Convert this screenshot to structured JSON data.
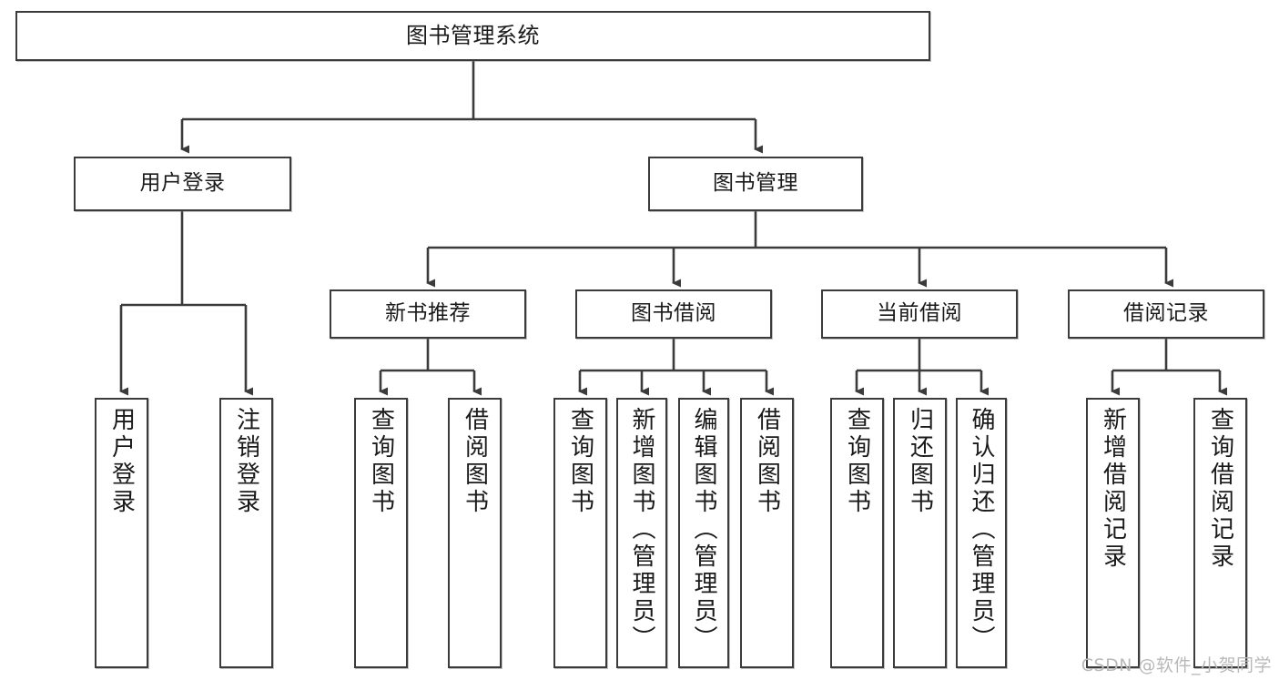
{
  "diagram": {
    "type": "tree-hierarchy",
    "title": "图书管理系统",
    "orientation": "top-down",
    "levels": 4
  },
  "root": {
    "label": "图书管理系统"
  },
  "level2": [
    {
      "label": "用户登录"
    },
    {
      "label": "图书管理"
    }
  ],
  "level3": [
    {
      "label": "新书推荐"
    },
    {
      "label": "图书借阅"
    },
    {
      "label": "当前借阅"
    },
    {
      "label": "借阅记录"
    }
  ],
  "leaves": {
    "user_login": [
      {
        "label": "用户登录"
      },
      {
        "label": "注销登录"
      }
    ],
    "new_book_recommend": [
      {
        "label": "查询图书"
      },
      {
        "label": "借阅图书"
      }
    ],
    "book_borrow": [
      {
        "label": "查询图书"
      },
      {
        "label": "新增图书（管理员）"
      },
      {
        "label": "编辑图书（管理员）"
      },
      {
        "label": "借阅图书"
      }
    ],
    "current_borrow": [
      {
        "label": "查询图书"
      },
      {
        "label": "归还图书"
      },
      {
        "label": "确认归还（管理员）"
      }
    ],
    "borrow_record": [
      {
        "label": "新增借阅记录"
      },
      {
        "label": "查询借阅记录"
      }
    ]
  },
  "watermark": {
    "text": "CSDN @软件_小贺同学"
  },
  "colors": {
    "stroke": "#3b3b3b",
    "fill": "#ffffff",
    "text": "#1a1a1a",
    "watermark": "#b9b9b9"
  }
}
